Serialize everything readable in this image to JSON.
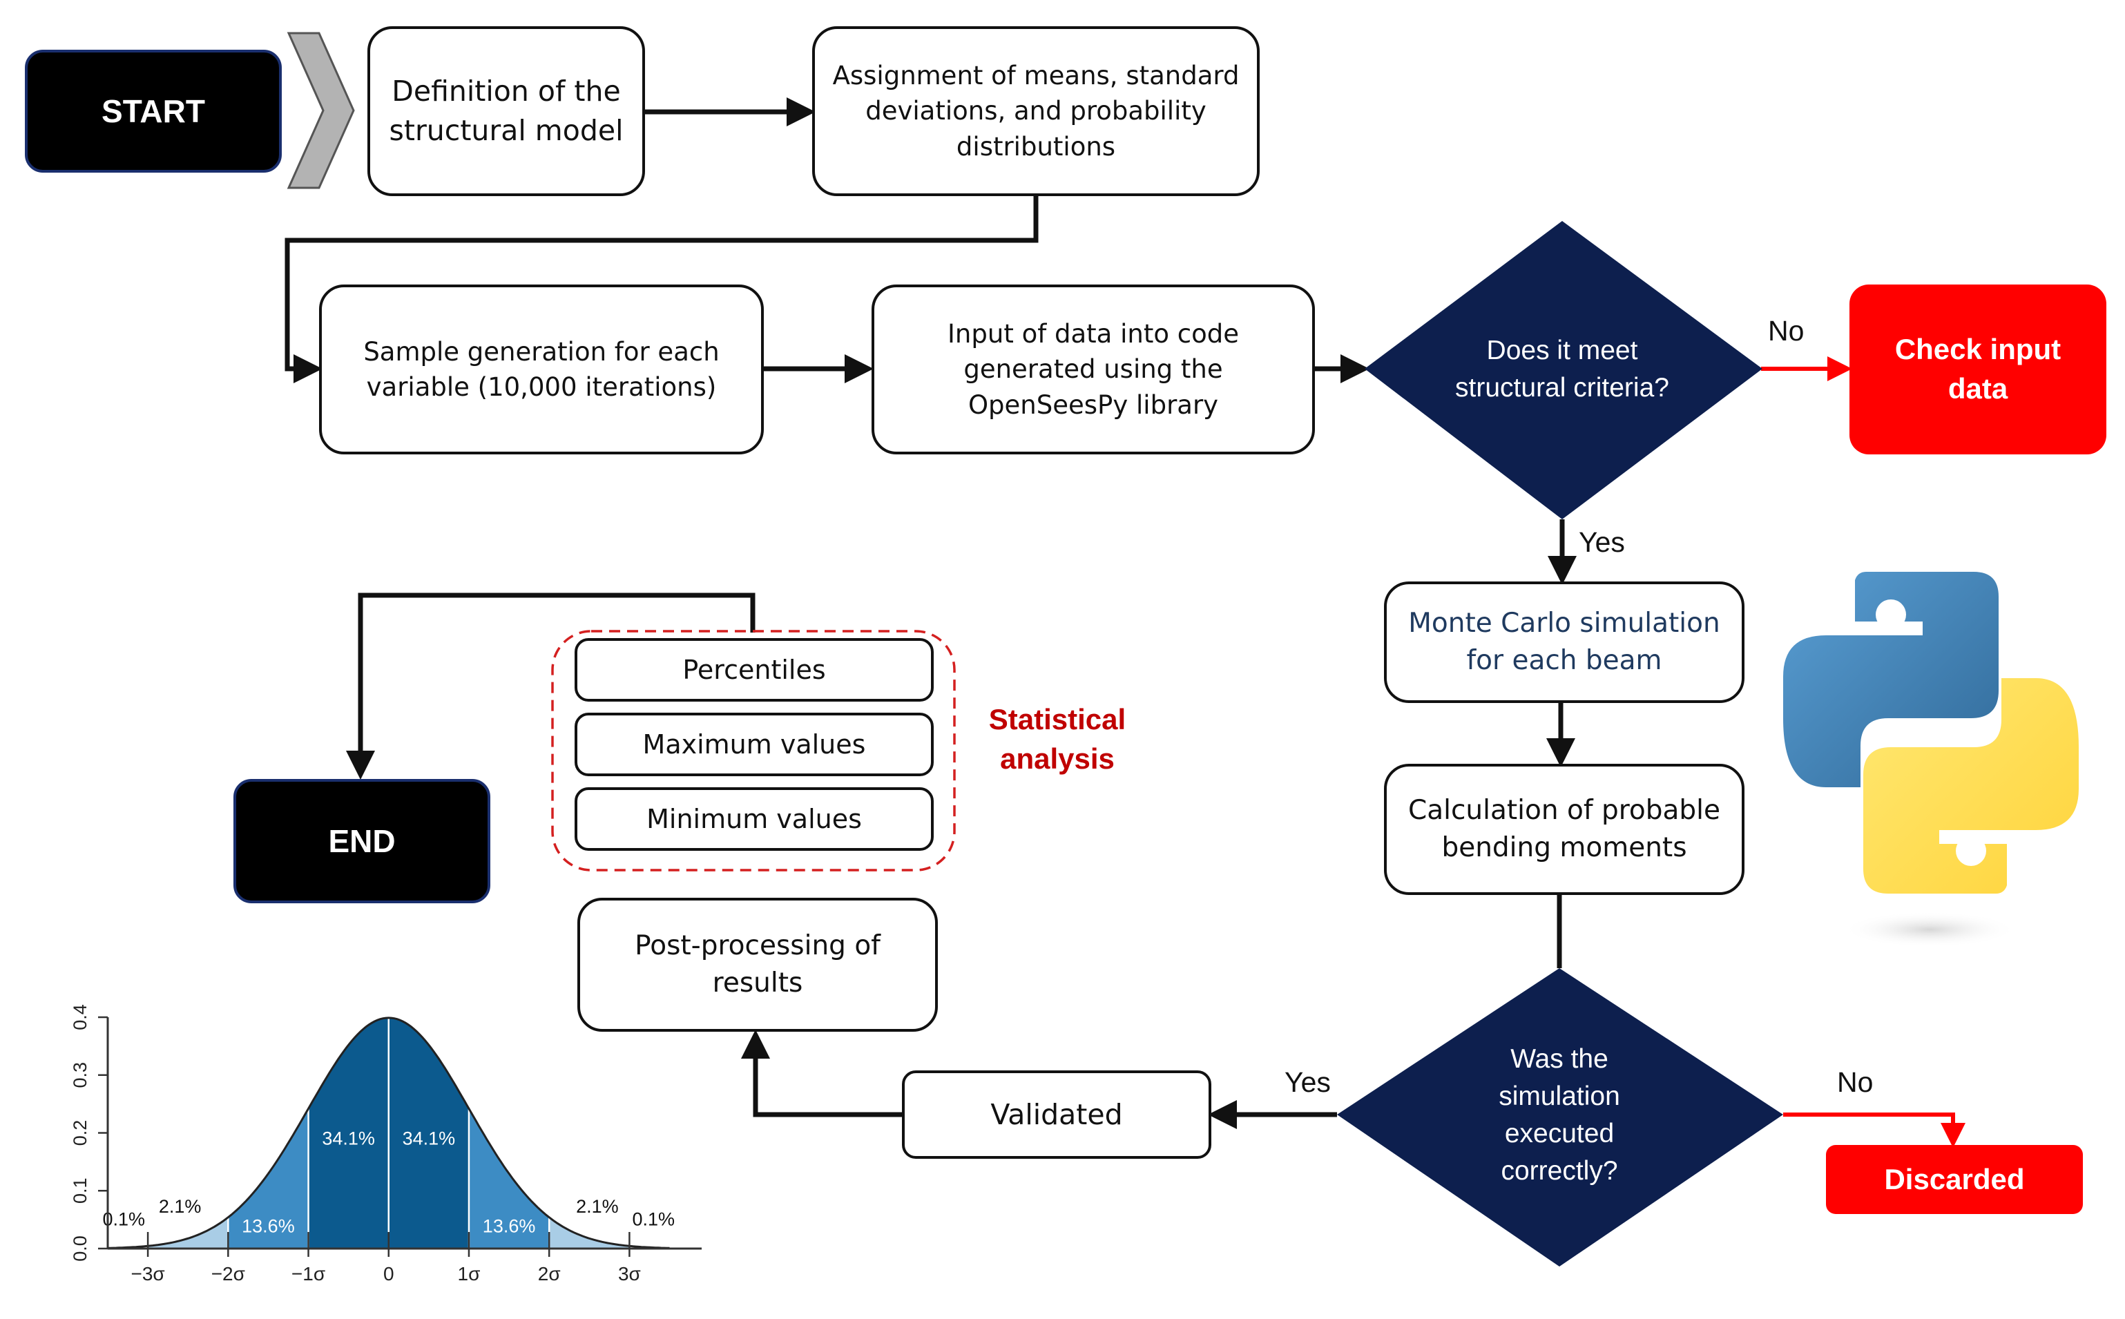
{
  "flow": {
    "start": "START",
    "end": "END",
    "definition": "Definition of the structural model",
    "assignment": "Assignment of means, standard deviations, and probability distributions",
    "sample_generation": "Sample generation for each variable (10,000 iterations)",
    "input_data": "Input of data into code generated using the OpenSeesPy library",
    "decision_criteria": "Does it meet structural criteria?",
    "check_input": "Check input data",
    "monte_carlo": "Monte Carlo simulation for each beam",
    "bending_moments": "Calculation of probable bending moments",
    "decision_executed": "Was the simulation executed correctly?",
    "discarded": "Discarded",
    "validated": "Validated",
    "post_processing": "Post-processing of results",
    "stat_percentiles": "Percentiles",
    "stat_max": "Maximum values",
    "stat_min": "Minimum values",
    "statistical_analysis": "Statistical analysis",
    "yes_1": "Yes",
    "no_1": "No",
    "yes_2": "Yes",
    "no_2": "No"
  },
  "colors": {
    "diamond": "#0d1f4e",
    "red": "#ff0000",
    "stat_label": "#c00000",
    "python_blue": "#3776ab",
    "python_yellow": "#ffd43b"
  },
  "icons": [
    "python-logo-icon",
    "chevron-right-icon"
  ],
  "chart_data": {
    "type": "area",
    "yticks": [
      "0.0",
      "0.1",
      "0.2",
      "0.3",
      "0.4"
    ],
    "xticks": [
      "−3σ",
      "−2σ",
      "−1σ",
      "0",
      "1σ",
      "2σ",
      "3σ"
    ],
    "ylim": [
      0,
      0.4
    ],
    "xlim": [
      -3.5,
      3.9
    ],
    "x_range_curve": [
      -3.5,
      3.5
    ],
    "segments": [
      {
        "from": -3.0,
        "to": -2.0,
        "label": "2.1%",
        "color": "#a9cde6"
      },
      {
        "from": -2.0,
        "to": -1.0,
        "label": "13.6%",
        "color": "#3d8cc4"
      },
      {
        "from": -1.0,
        "to": 0.0,
        "label": "34.1%",
        "color": "#0c5a8e"
      },
      {
        "from": 0.0,
        "to": 1.0,
        "label": "34.1%",
        "color": "#0c5a8e"
      },
      {
        "from": 1.0,
        "to": 2.0,
        "label": "13.6%",
        "color": "#3d8cc4"
      },
      {
        "from": 2.0,
        "to": 3.0,
        "label": "2.1%",
        "color": "#a9cde6"
      }
    ],
    "tails": [
      {
        "side": "left",
        "label": "0.1%"
      },
      {
        "side": "right",
        "label": "0.1%"
      }
    ]
  }
}
